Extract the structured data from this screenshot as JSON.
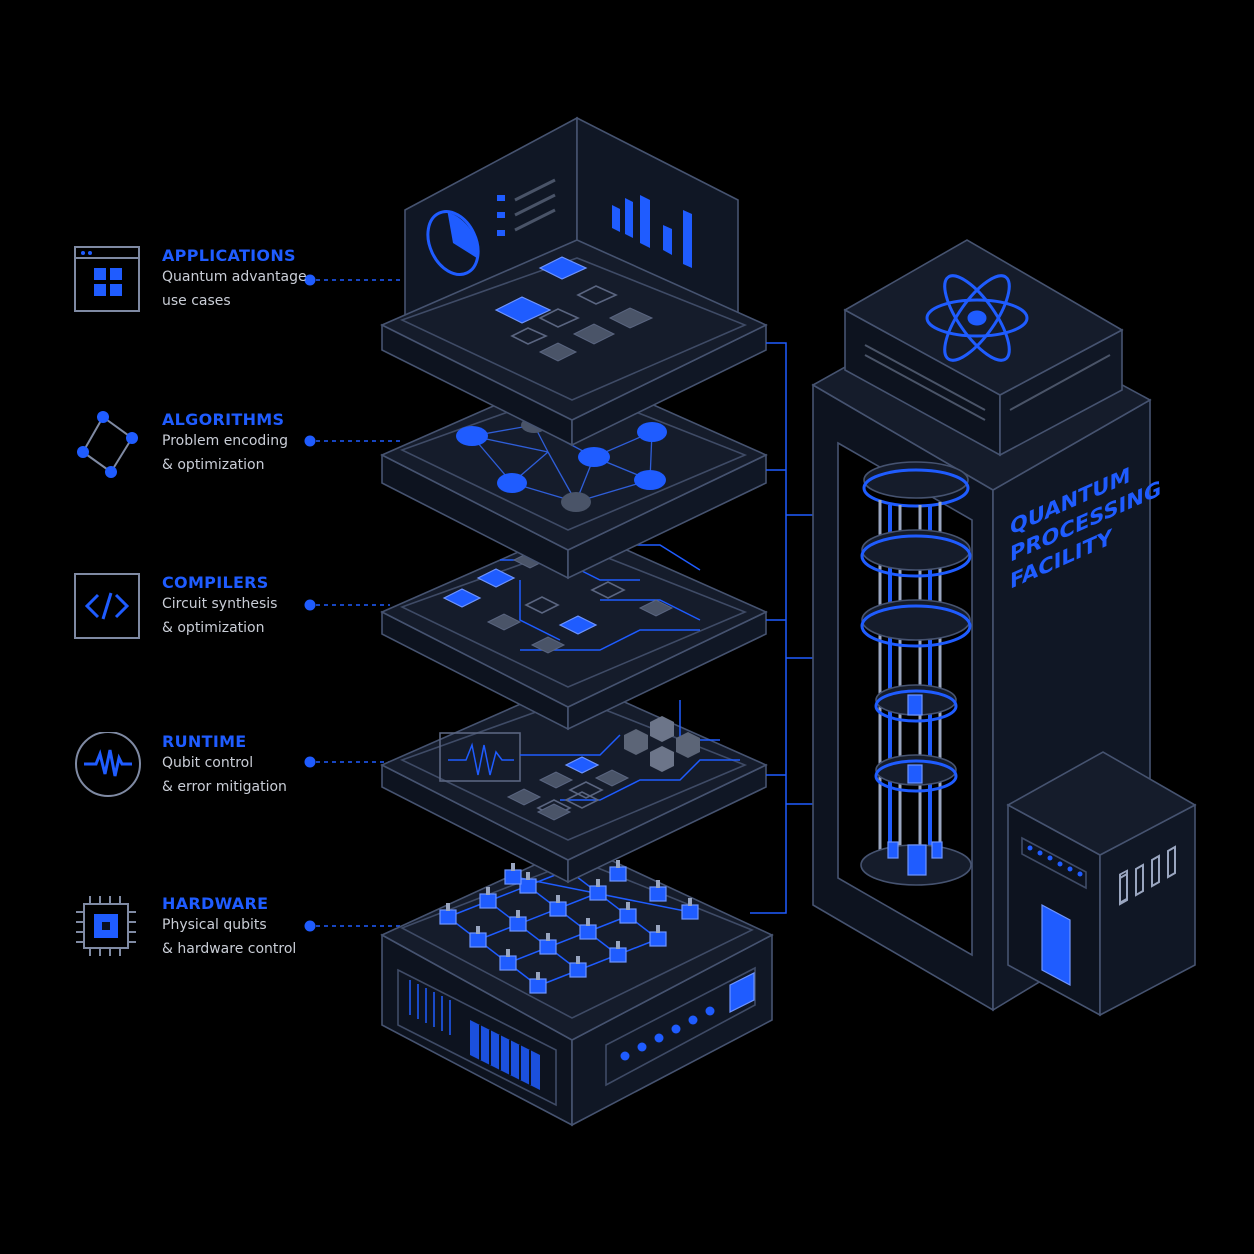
{
  "layers": [
    {
      "title": "APPLICATIONS",
      "line1": "Quantum advantage",
      "line2": "use cases",
      "icon": "app-window-icon"
    },
    {
      "title": "ALGORITHMS",
      "line1": "Problem encoding",
      "line2": "& optimization",
      "icon": "graph-nodes-icon"
    },
    {
      "title": "COMPILERS",
      "line1": "Circuit synthesis",
      "line2": "& optimization",
      "icon": "code-brackets-icon"
    },
    {
      "title": "RUNTIME",
      "line1": "Qubit control",
      "line2": "& error mitigation",
      "icon": "waveform-icon"
    },
    {
      "title": "HARDWARE",
      "line1": "Physical qubits",
      "line2": "& hardware control",
      "icon": "chip-icon"
    }
  ],
  "facility": {
    "line1": "QUANTUM",
    "line2": "PROCESSING",
    "line3": "FACILITY",
    "icon": "atom-icon"
  },
  "colors": {
    "accent": "#1f5cff",
    "line": "#3a4660",
    "panel": "#141b29",
    "background": "#000000"
  }
}
